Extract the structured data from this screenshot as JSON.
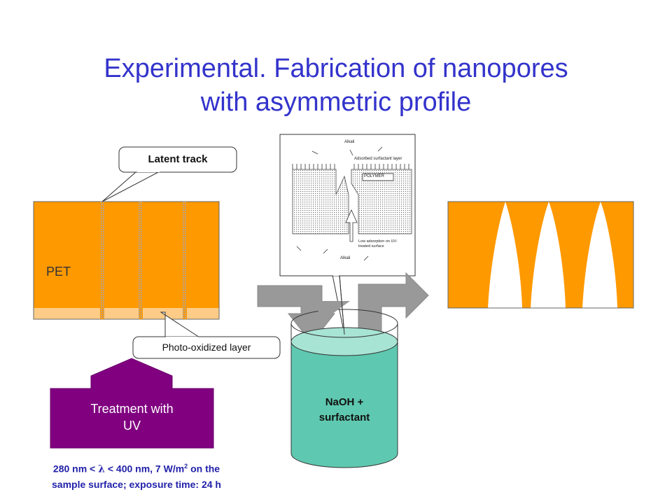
{
  "title": {
    "line1": "Experimental. Fabrication of nanopores",
    "line2": "with asymmetric profile"
  },
  "film": {
    "material_label": "PET"
  },
  "callouts": {
    "latent_track": "Latent track",
    "photo_layer": "Photo-oxidized layer"
  },
  "uv_treatment": {
    "line1": "Treatment with",
    "line2": "UV"
  },
  "conditions": {
    "prefix": "280 nm < ",
    "lambda": "λ",
    "middle": " < 400 nm,  7 W/m",
    "sup": "2",
    "suffix": " on the",
    "line2": "sample surface; exposure time: 24 h"
  },
  "beaker": {
    "line1": "NaOH +",
    "line2": "surfactant"
  },
  "inset": {
    "alkali_top": "Alkali",
    "adsorbed_layer": "Adsorbed surfactant layer",
    "polymer": "POLYMER",
    "low_adsorption_line1": "Low adsorption on UV-",
    "low_adsorption_line2": "treated surface",
    "alkali_bottom": "Alkali"
  },
  "colors": {
    "title": "#3333cc",
    "pet": "#ff9900",
    "oxidized": "#ffcc88",
    "track": "#b8c8e8",
    "uv": "#800080",
    "solution": "#5fc8b0",
    "solution_top": "#a8e4d4",
    "arrow": "#999999"
  }
}
